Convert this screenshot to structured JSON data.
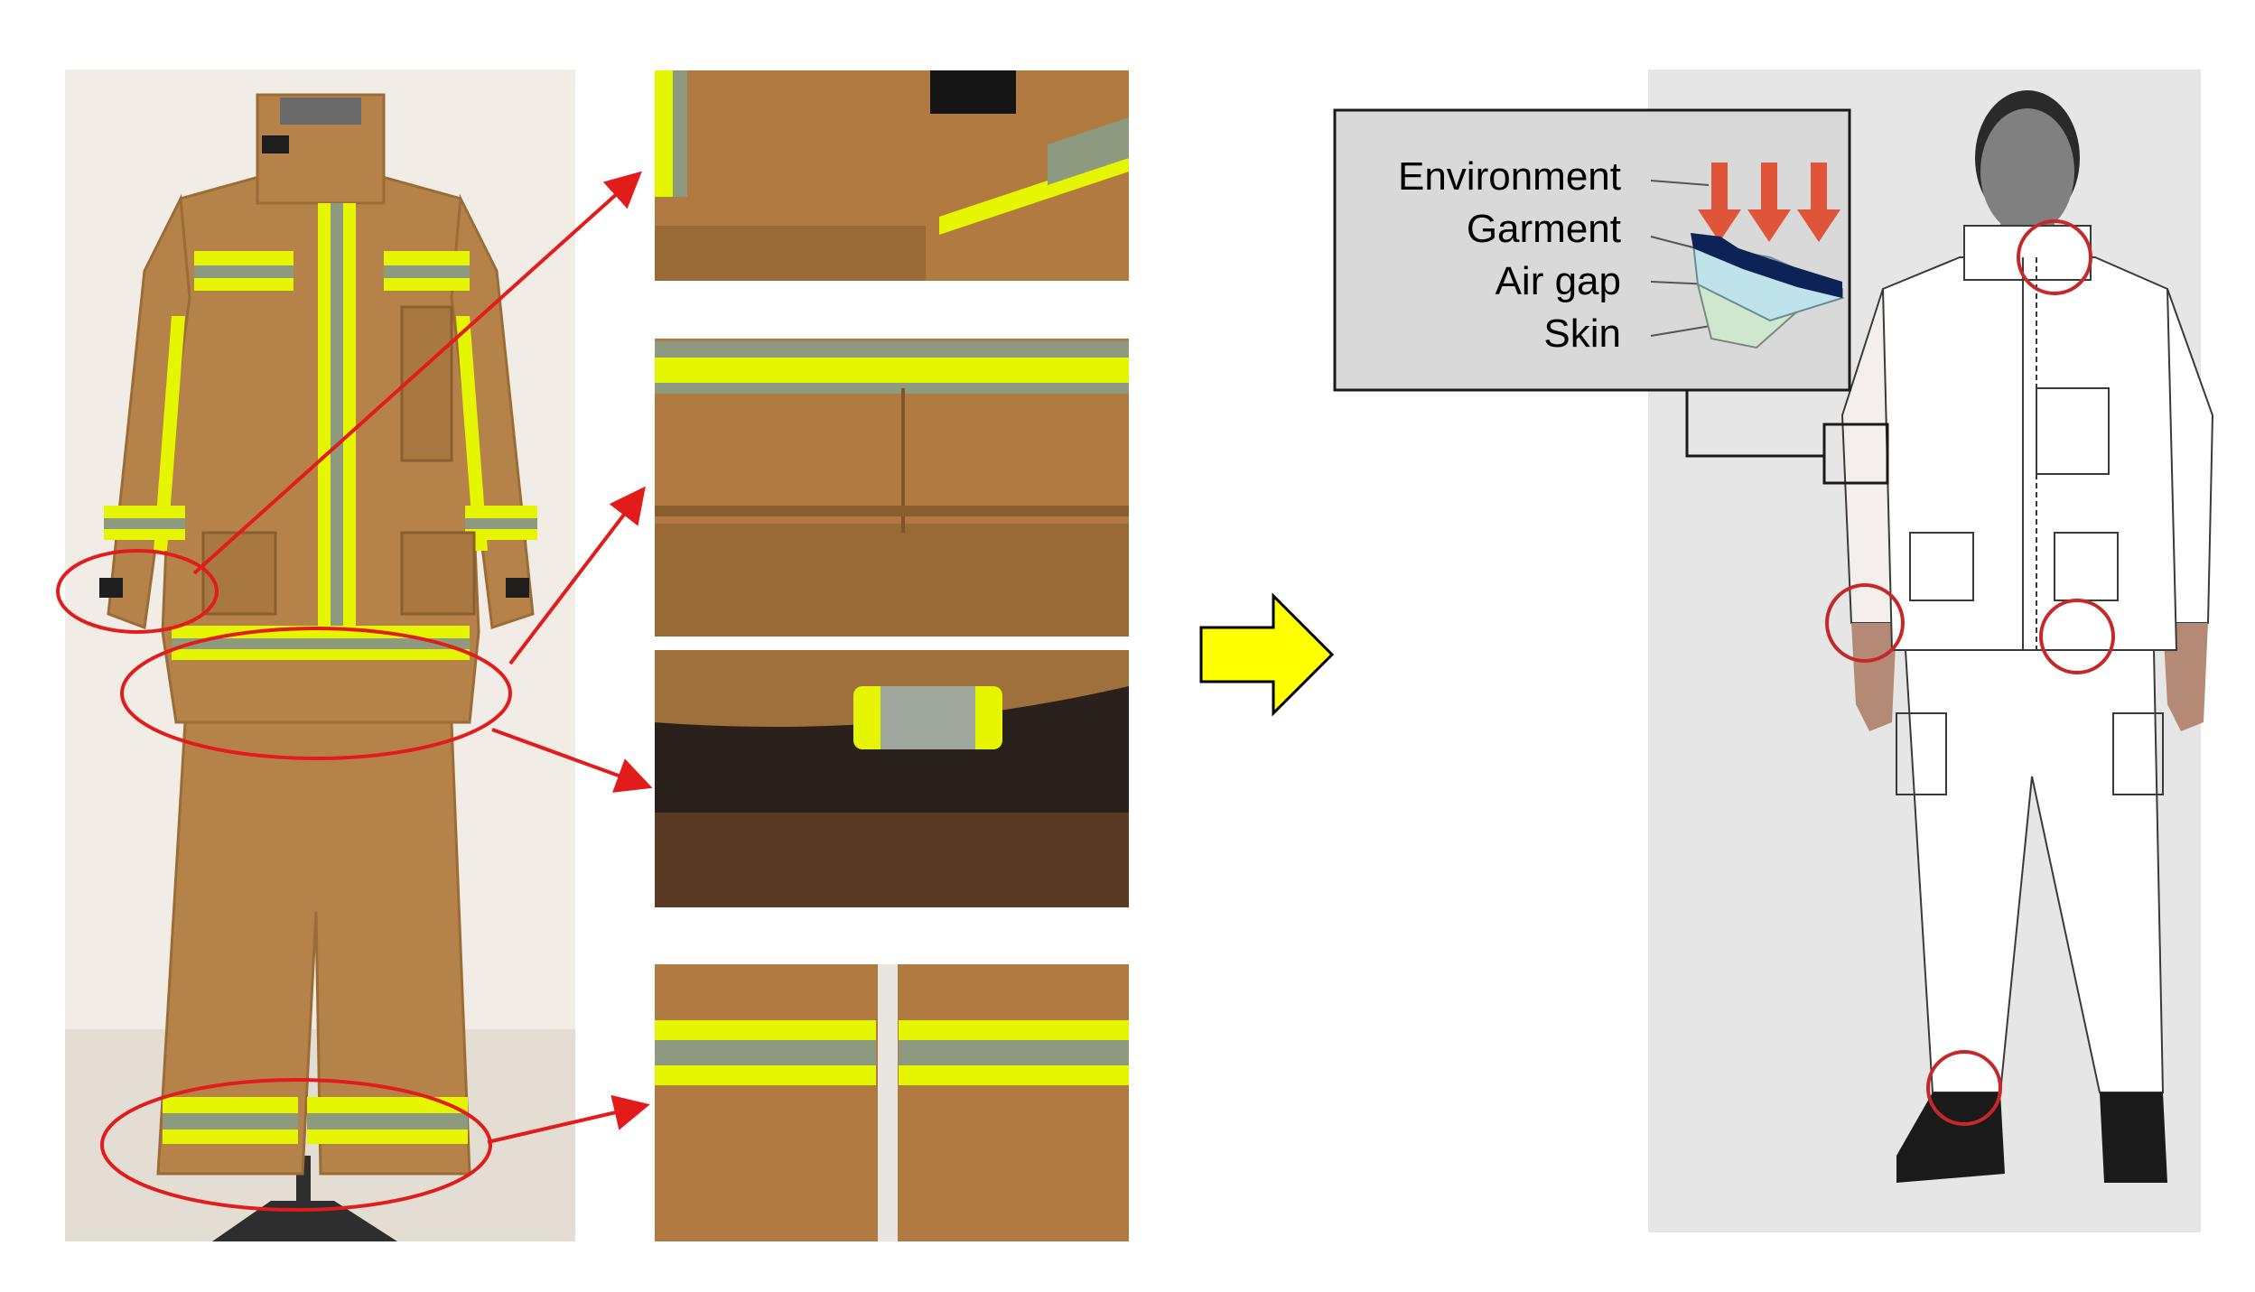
{
  "figure": {
    "legend_labels": {
      "environment": "Environment",
      "garment": "Garment",
      "air_gap": "Air gap",
      "skin": "Skin"
    },
    "colors": {
      "suit_tan": "#B5824A",
      "suit_tan_dark": "#9C6C37",
      "reflective_yellow": "#E6F500",
      "reflective_silver": "#8E9A80",
      "highlight_circle": "#E21B1B",
      "arrow_yellow": "#FFFF00",
      "heat_arrow": "#E0553A",
      "garment_layer": "#0D2257",
      "air_gap_layer": "#BFE3EB",
      "skin_layer": "#CFE6CF",
      "legend_bg": "#D9D9D9",
      "model_bg": "#E6E6E6"
    },
    "icons": [
      "process-arrow-icon",
      "heat-flux-arrow-icon"
    ]
  }
}
